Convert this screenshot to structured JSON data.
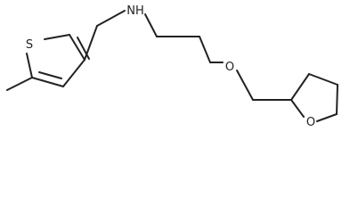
{
  "structure": {
    "atoms": {
      "sulfur": "S",
      "amine": "NH",
      "ether_oxygen": "O",
      "ring_oxygen": "O"
    }
  },
  "colors": {
    "bond": "#222222",
    "label": "#222222",
    "background": "#ffffff"
  }
}
